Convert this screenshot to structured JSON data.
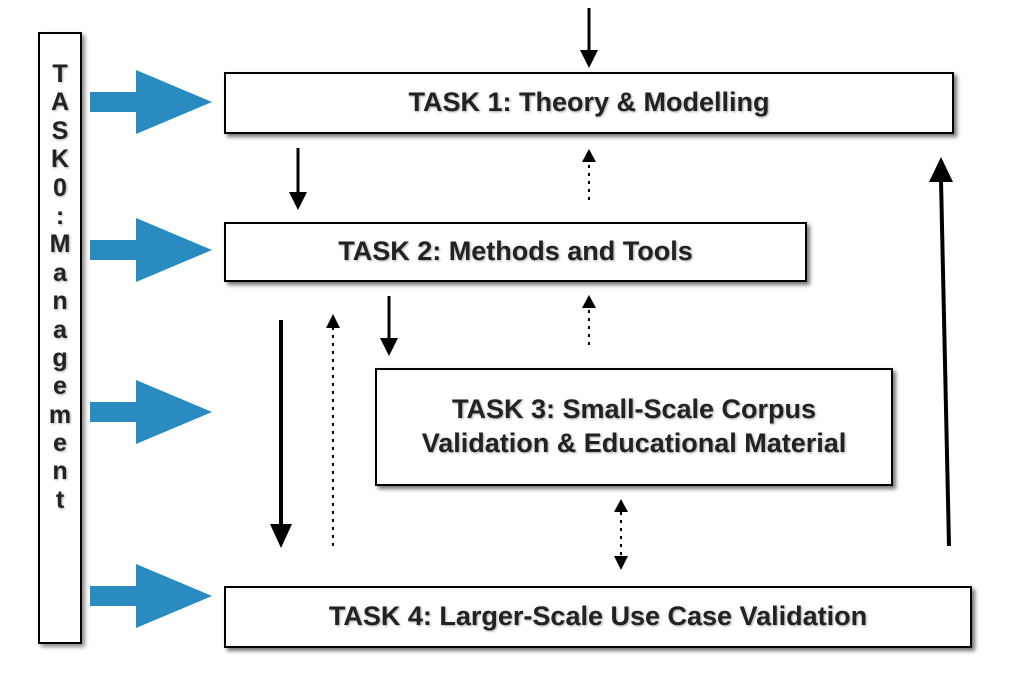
{
  "task0": {
    "label": "TASK0:Management"
  },
  "tasks": [
    {
      "id": "task1",
      "label": "TASK 1: Theory & Modelling"
    },
    {
      "id": "task2",
      "label": "TASK 2: Methods and Tools"
    },
    {
      "id": "task3",
      "label": "TASK 3: Small-Scale Corpus\nValidation & Educational Material"
    },
    {
      "id": "task4",
      "label": "TASK 4: Larger-Scale Use Case Validation"
    }
  ],
  "colors": {
    "management_arrow": "#2a8bc0",
    "box_border": "#000000",
    "text": "#222222"
  }
}
